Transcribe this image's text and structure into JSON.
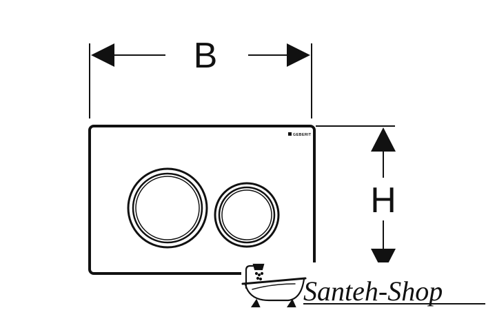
{
  "dimensions": {
    "width_label": "B",
    "height_label": "H"
  },
  "plate": {
    "brand": "GEBERIT"
  },
  "watermark": {
    "shop_name": "Santeh-Shop"
  },
  "icons": {
    "large_button": "large-flush-button-icon",
    "small_button": "small-flush-button-icon",
    "bathtub": "bathtub-shower-icon"
  },
  "colors": {
    "line": "#111111",
    "background": "#ffffff"
  }
}
